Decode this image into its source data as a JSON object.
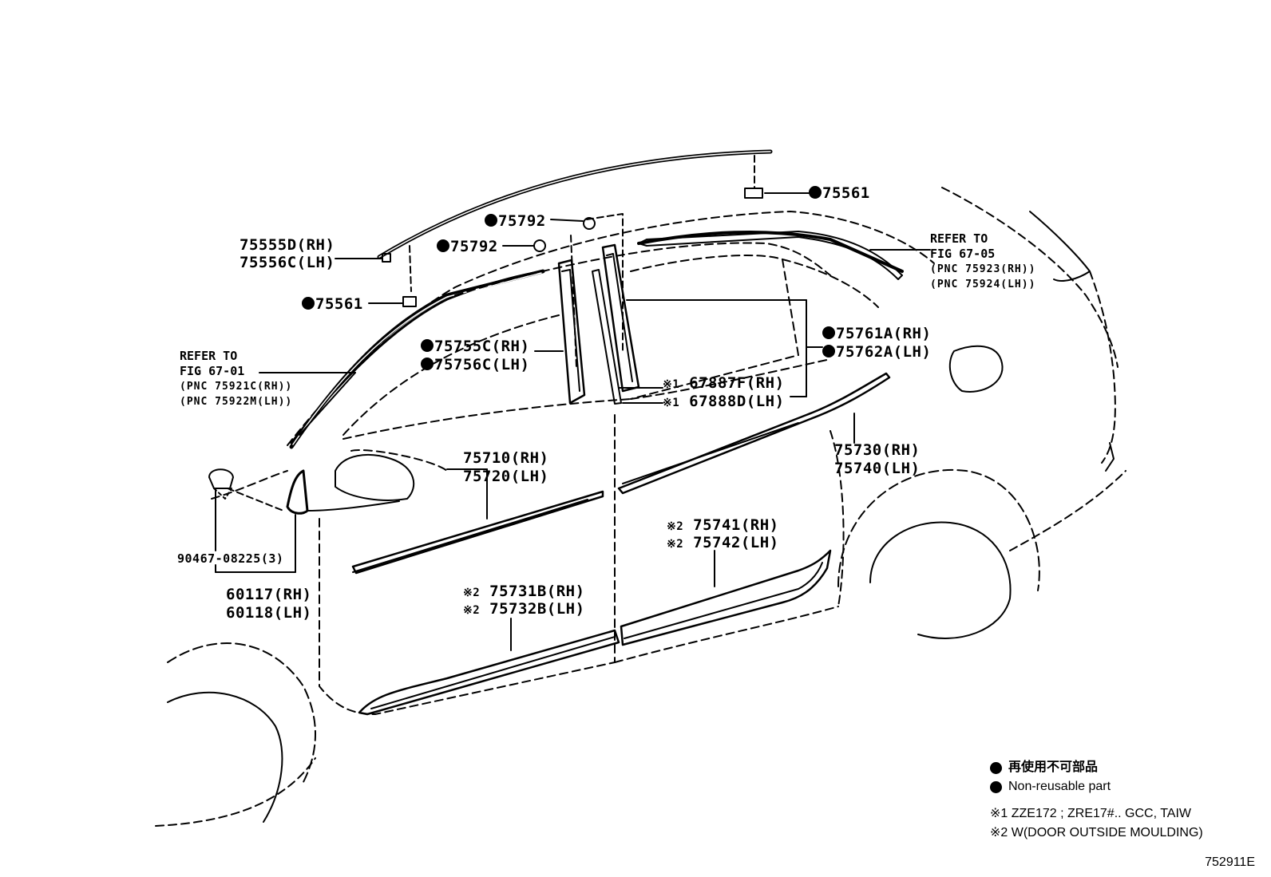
{
  "labels": {
    "p75561_top": "75561",
    "p75792_a": "75792",
    "p75792_b": "75792",
    "p75555": "75555D(RH)",
    "p75556": "75556C(LH)",
    "p75561_left": "75561",
    "p75755": "75755C(RH)",
    "p75756": "75756C(LH)",
    "p75761": "75761A(RH)",
    "p75762": "75762A(LH)",
    "p67887": "67887F(RH)",
    "p67888": "67888D(LH)",
    "p75710": "75710(RH)",
    "p75720": "75720(LH)",
    "p75730": "75730(RH)",
    "p75740": "75740(LH)",
    "p75741": "75741(RH)",
    "p75742": "75742(LH)",
    "p75731": "75731B(RH)",
    "p75732": "75732B(LH)",
    "p90467": "90467-08225(3)",
    "p60117": "60117(RH)",
    "p60118": "60118(LH)",
    "note1": "※1",
    "note2": "※2"
  },
  "refs": {
    "top": {
      "line1": "REFER TO",
      "line2": "FIG 67-05",
      "pnc1": "(PNC 75923(RH))",
      "pnc2": "(PNC 75924(LH))"
    },
    "left": {
      "line1": "REFER TO",
      "line2": "FIG 67-01",
      "pnc1": "(PNC 75921C(RH))",
      "pnc2": "(PNC 75922M(LH))"
    }
  },
  "legend": {
    "jp": "再使用不可部品",
    "en": "Non-reusable part",
    "note1": "※1 ZZE172 ; ZRE17#.. GCC, TAIW",
    "note2": "※2 W(DOOR OUTSIDE MOULDING)"
  },
  "figure_code": "752911E"
}
